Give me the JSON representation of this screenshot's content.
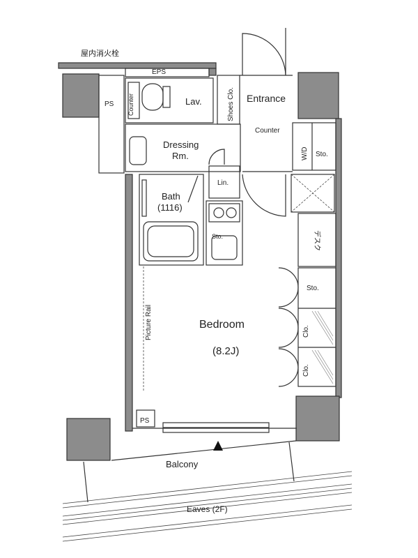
{
  "labels": {
    "fire_hydrant": "屋内消火栓",
    "eps": "EPS",
    "ps_top": "PS",
    "ps_bottom": "PS",
    "counter_lav": "Counter",
    "lav": "Lav.",
    "shoes_closet": "Shoes Clo.",
    "entrance": "Entrance",
    "counter_entrance": "Counter",
    "dressing_line1": "Dressing",
    "dressing_line2": "Rm.",
    "lin": "Lin.",
    "wd": "W/D",
    "sto_top": "Sto.",
    "bath_line1": "Bath",
    "bath_line2": "(1116)",
    "sto_kitchen": "Sto.",
    "desk": "デスク",
    "sto_right": "Sto.",
    "clo_1": "Clo.",
    "clo_2": "Clo.",
    "picture_rail": "Picture Rail",
    "bedroom": "Bedroom",
    "bedroom_size": "(8.2J)",
    "balcony": "Balcony",
    "eaves": "Eaves (2F)"
  },
  "icons": {
    "entry_marker": "triangle-up-icon"
  }
}
